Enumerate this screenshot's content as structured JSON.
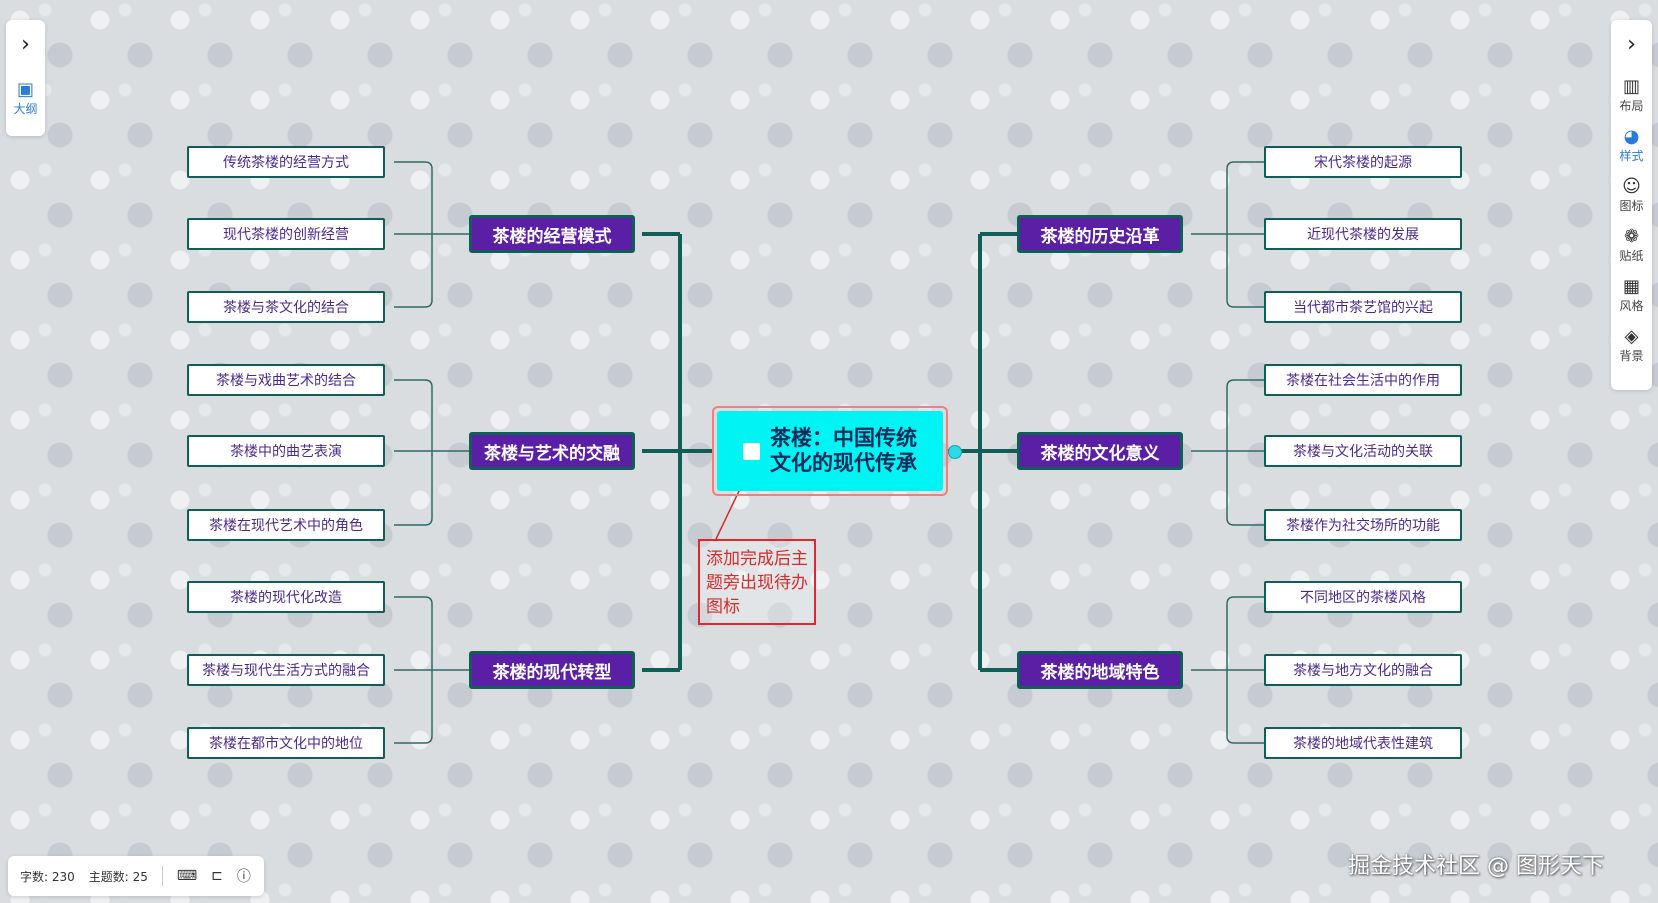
{
  "root": {
    "title": "茶楼：中国传统\n文化的现代传承"
  },
  "note": {
    "text": "添加完成后主题旁出现待办图标"
  },
  "branches_left": [
    {
      "label": "茶楼的经营模式",
      "children": [
        "传统茶楼的经营方式",
        "现代茶楼的创新经营",
        "茶楼与茶文化的结合"
      ]
    },
    {
      "label": "茶楼与艺术的交融",
      "children": [
        "茶楼与戏曲艺术的结合",
        "茶楼中的曲艺表演",
        "茶楼在现代艺术中的角色"
      ]
    },
    {
      "label": "茶楼的现代转型",
      "children": [
        "茶楼的现代化改造",
        "茶楼与现代生活方式的融合",
        "茶楼在都市文化中的地位"
      ]
    }
  ],
  "branches_right": [
    {
      "label": "茶楼的历史沿革",
      "children": [
        "宋代茶楼的起源",
        "近现代茶楼的发展",
        "当代都市茶艺馆的兴起"
      ]
    },
    {
      "label": "茶楼的文化意义",
      "children": [
        "茶楼在社会生活中的作用",
        "茶楼与文化活动的关联",
        "茶楼作为社交场所的功能"
      ]
    },
    {
      "label": "茶楼的地域特色",
      "children": [
        "不同地区的茶楼风格",
        "茶楼与地方文化的融合",
        "茶楼的地域代表性建筑"
      ]
    }
  ],
  "left_panel": {
    "outline_label": "大纲",
    "outline_icon": "outline-icon",
    "toggle_icon": "chevron-right-icon"
  },
  "right_panel": {
    "toggle_icon": "chevron-right-icon",
    "items": [
      {
        "label": "布局",
        "icon": "layout-icon"
      },
      {
        "label": "样式",
        "icon": "palette-icon"
      },
      {
        "label": "图标",
        "icon": "smiley-icon"
      },
      {
        "label": "贴纸",
        "icon": "sticker-icon"
      },
      {
        "label": "风格",
        "icon": "grid-icon"
      },
      {
        "label": "背景",
        "icon": "layers-icon"
      }
    ]
  },
  "statusbar": {
    "word_count": "字数: 230",
    "topic_count": "主题数: 25"
  },
  "watermark": "掘金技术社区 @ 图形天下",
  "colors": {
    "root_fill": "#00f4f4",
    "main_fill": "#5b1fa6",
    "line": "#0f5e57",
    "leaf_text": "#4b2a8f",
    "note_red": "#d22c2c",
    "active_blue": "#2a7bd8"
  }
}
